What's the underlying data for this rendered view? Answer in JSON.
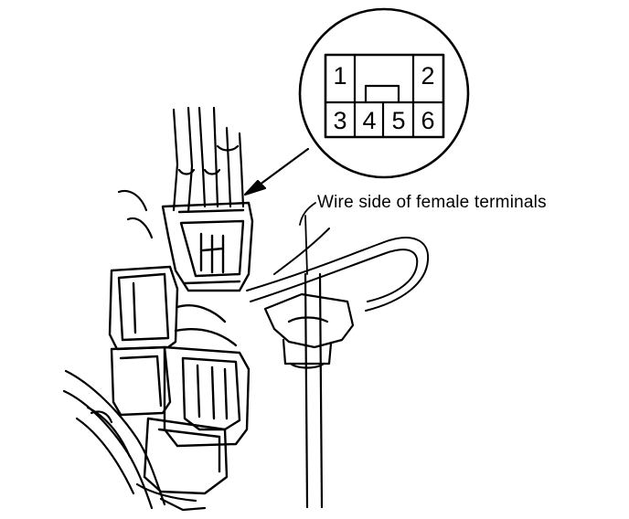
{
  "diagram": {
    "caption": "Wire side of female terminals",
    "connector_pins": {
      "top_row": [
        "1",
        "2"
      ],
      "bottom_row": [
        "3",
        "4",
        "5",
        "6"
      ]
    }
  }
}
